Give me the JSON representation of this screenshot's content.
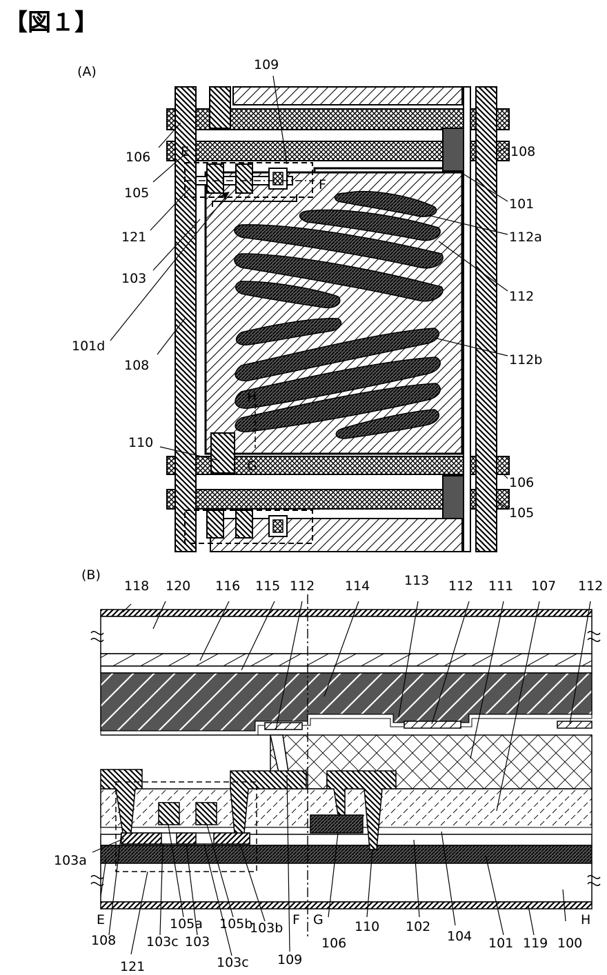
{
  "figure_title": "【図１】",
  "panel_a": {
    "label": "(A)",
    "labels": {
      "l109": "109",
      "l106": "106",
      "l105": "105",
      "l121": "121",
      "l103": "103",
      "l101d": "101d",
      "l108_left": "108",
      "l110": "110",
      "l108_right": "108",
      "l101": "101",
      "l112a": "112a",
      "l112": "112",
      "l112b": "112b",
      "l106_right": "106",
      "l105_right": "105",
      "E": "E",
      "F": "F",
      "G": "G",
      "H": "H"
    }
  },
  "panel_b": {
    "label": "(B)",
    "top_labels": {
      "t118": "118",
      "t120": "120",
      "t116": "116",
      "t115": "115",
      "t112a": "112",
      "t114": "114",
      "t113": "113",
      "t112b": "112",
      "t111": "111",
      "t107": "107",
      "t112c": "112"
    },
    "bottom_labels": {
      "b103a": "103a",
      "bE": "E",
      "b108": "108",
      "b121": "121",
      "b103c1": "103c",
      "b105a": "105a",
      "b103": "103",
      "b103c2": "103c",
      "b105b": "105b",
      "b103b": "103b",
      "b109": "109",
      "bF": "F",
      "bG": "G",
      "b106": "106",
      "b110": "110",
      "b102": "102",
      "b104": "104",
      "b101": "101",
      "b119": "119",
      "bH": "H",
      "b100": "100"
    }
  }
}
